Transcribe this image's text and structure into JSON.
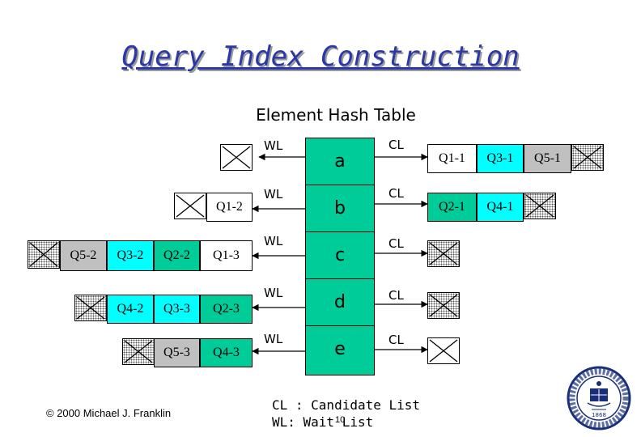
{
  "title": "Query Index Construction",
  "subtitle": "Element Hash Table",
  "elements": [
    "a",
    "b",
    "c",
    "d",
    "e"
  ],
  "wl_label": "WL",
  "cl_label": "CL",
  "wait_lists": {
    "a": [],
    "b": [
      "Q1-2"
    ],
    "c": [
      "Q5-2",
      "Q3-2",
      "Q2-2",
      "Q1-3"
    ],
    "d": [
      "Q4-2",
      "Q3-3",
      "Q2-3"
    ],
    "e": [
      "Q5-3",
      "Q4-3"
    ]
  },
  "candidate_lists": {
    "a": [
      "Q1-1",
      "Q3-1",
      "Q5-1"
    ],
    "b": [
      "Q2-1",
      "Q4-1"
    ],
    "c": [],
    "d": [],
    "e": []
  },
  "legend": {
    "line1": "CL : Candidate List",
    "line2": "WL: Wait List",
    "page_number": "10"
  },
  "copyright": "© 2000 Michael J. Franklin",
  "seal": {
    "text": "THE UNIVERSITY OF CALIFORNIA",
    "year": "1868"
  },
  "colors": {
    "table": "#00cc99",
    "cyan_entry": "#00ffff",
    "green_entry": "#00cc99",
    "gray_entry": "#c0c0c0",
    "title": "#2a38a8",
    "seal": "#1a2f7a"
  }
}
